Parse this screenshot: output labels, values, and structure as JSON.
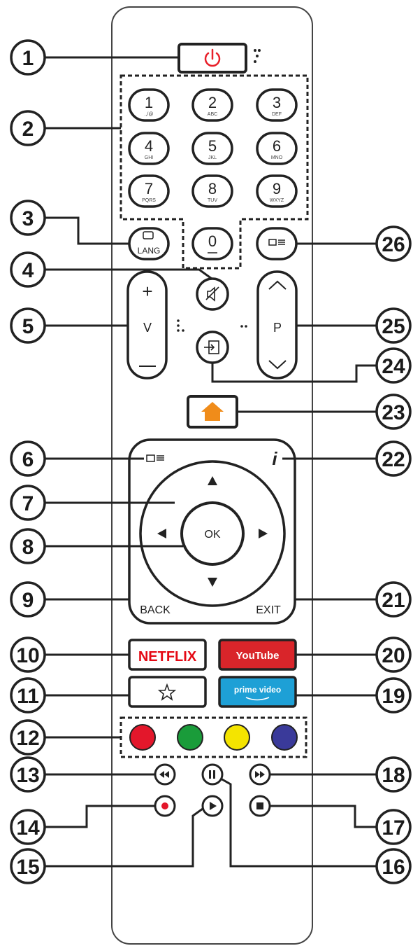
{
  "callouts": [
    "1",
    "2",
    "3",
    "4",
    "5",
    "6",
    "7",
    "8",
    "9",
    "10",
    "11",
    "12",
    "13",
    "14",
    "15",
    "16",
    "17",
    "18",
    "19",
    "20",
    "21",
    "22",
    "23",
    "24",
    "25",
    "26"
  ],
  "keypad": [
    {
      "num": "1",
      "sub": ".,/@"
    },
    {
      "num": "2",
      "sub": "ABC"
    },
    {
      "num": "3",
      "sub": "DEF"
    },
    {
      "num": "4",
      "sub": "GHI"
    },
    {
      "num": "5",
      "sub": "JKL"
    },
    {
      "num": "6",
      "sub": "MNO"
    },
    {
      "num": "7",
      "sub": "PQRS"
    },
    {
      "num": "8",
      "sub": "TUV"
    },
    {
      "num": "9",
      "sub": "WXYZ"
    },
    {
      "num": "0",
      "sub": ""
    }
  ],
  "labels": {
    "lang": "LANG",
    "vol_plus": "+",
    "vol": "V",
    "vol_minus": "—",
    "prog": "P",
    "ok": "OK",
    "back": "BACK",
    "exit": "EXIT",
    "info": "i",
    "netflix": "NETFLIX",
    "youtube": "YouTube",
    "prime": "prime video"
  },
  "colors": {
    "power": "#e8202a",
    "home": "#f08c1a",
    "netflix": "#e50914",
    "youtube": "#d9252a",
    "prime": "#1ea0d6",
    "red": "#e3172b",
    "green": "#1a9c3a",
    "yellow": "#f4e400",
    "blue": "#3a3a9a"
  }
}
